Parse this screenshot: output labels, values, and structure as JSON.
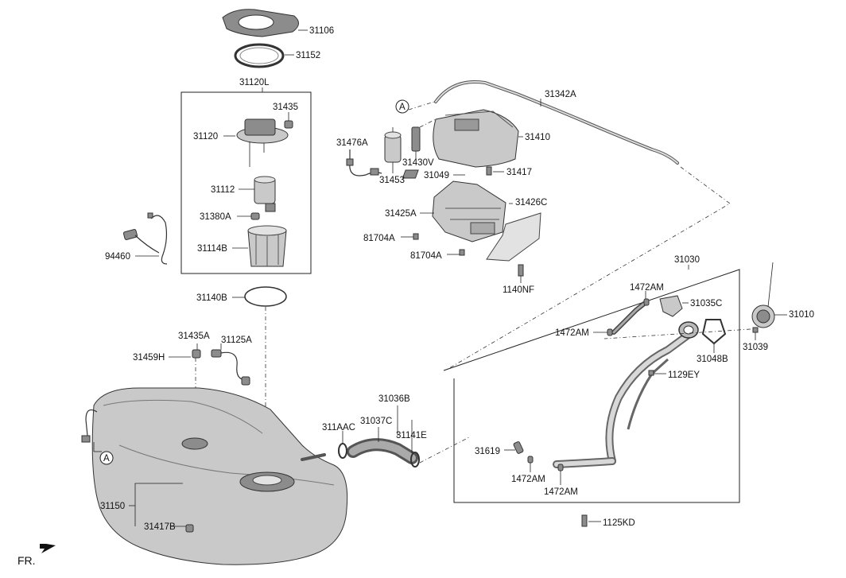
{
  "labels": {
    "p31106": "31106",
    "p31152": "31152",
    "p31120L": "31120L",
    "p31435": "31435",
    "p31120": "31120",
    "p31112": "31112",
    "p31380A": "31380A",
    "p31114B": "31114B",
    "p94460": "94460",
    "p31140B": "31140B",
    "p31435A": "31435A",
    "p31125A": "31125A",
    "p31459H": "31459H",
    "p31150": "31150",
    "p31417B": "31417B",
    "circleA_left": "A",
    "circleA_top": "A",
    "p31476A": "31476A",
    "p31453": "31453",
    "p31430V": "31430V",
    "p31049": "31049",
    "p31410": "31410",
    "p31417": "31417",
    "p31342A": "31342A",
    "p31425A": "31425A",
    "p31426C": "31426C",
    "p81704A_1": "81704A",
    "p81704A_2": "81704A",
    "p1140NF": "1140NF",
    "p31030": "31030",
    "p1472AM_1": "1472AM",
    "p31035C": "31035C",
    "p1472AM_2": "1472AM",
    "p31048B": "31048B",
    "p1129EY": "1129EY",
    "p31010": "31010",
    "p31039": "31039",
    "p31036B": "31036B",
    "p31037C": "31037C",
    "p311AAC": "311AAC",
    "p31141E": "31141E",
    "p31619": "31619",
    "p1472AM_3": "1472AM",
    "p1472AM_4": "1472AM",
    "p1125KD": "1125KD",
    "front": "FR."
  }
}
